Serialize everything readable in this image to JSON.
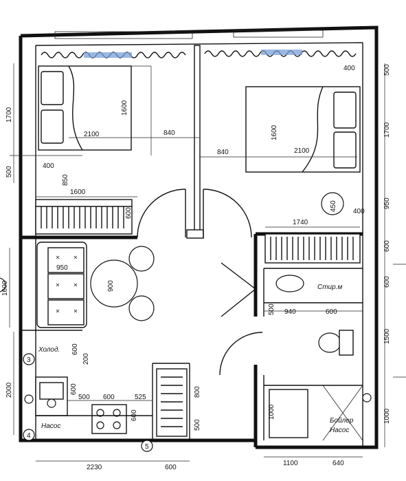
{
  "labels": {
    "fridge": "Холод.",
    "pump": "Насос",
    "iron": "Стир.м",
    "boiler": "Бойлер",
    "boiler_pump": "Насос"
  },
  "markers": [
    "3",
    "4",
    "5"
  ],
  "dimensions": {
    "bed1_width": "2100",
    "bed1_length": "1600",
    "bed2_width": "2100",
    "bed2_length": "1600",
    "gap_left": "840",
    "gap_right": "840",
    "d400_left": "400",
    "d850": "850",
    "d1600_top": "1600",
    "d600_wardrobe": "600",
    "d1700_left": "1700",
    "d500_left": "500",
    "d400_right_top": "400",
    "d500_right_top": "500",
    "d1700_right": "1700",
    "d950_right": "950",
    "d400_right": "400",
    "d450": "450",
    "d1740": "1740",
    "d600_right_wardrobe": "600",
    "d950_sofa": "950",
    "d900_table": "900",
    "d1600_left_living": "1600",
    "d600_fridge": "600",
    "d200": "200",
    "d2000": "2000",
    "d600_sink": "600",
    "d500_k": "500",
    "d600_k": "600",
    "d525": "525",
    "d600_stove": "600",
    "d800": "800",
    "d500_shelf": "500",
    "d2230": "2230",
    "d600_bottom": "600",
    "d500_bath": "500",
    "d940": "940",
    "d600_bath": "600",
    "d600_right_a": "600",
    "d1500": "1500",
    "d1000_bath": "1000",
    "d1000_right": "1000",
    "d1100": "1100",
    "d640": "640"
  }
}
